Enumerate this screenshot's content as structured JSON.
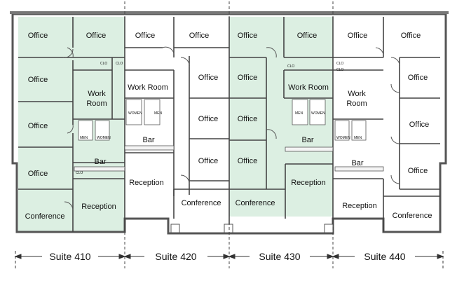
{
  "colors": {
    "highlight": "#dcefe2",
    "wall": "#555555",
    "line": "#333333",
    "background": "#ffffff"
  },
  "suites": [
    {
      "id": "410",
      "label": "Suite 410",
      "highlighted": true
    },
    {
      "id": "420",
      "label": "Suite 420",
      "highlighted": false
    },
    {
      "id": "430",
      "label": "Suite 430",
      "highlighted": true
    },
    {
      "id": "440",
      "label": "Suite 440",
      "highlighted": false
    }
  ],
  "rooms": {
    "office": "Office",
    "work_room": "Work Room",
    "work": "Work",
    "room": "Room",
    "bar": "Bar",
    "reception": "Reception",
    "conference": "Conference",
    "closet": "CLO",
    "women": "WOMEN",
    "men": "MEN"
  }
}
